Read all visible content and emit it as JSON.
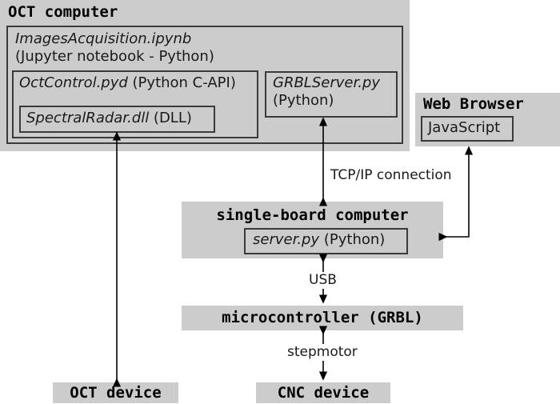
{
  "colors": {
    "box_fill": "#cccccc",
    "box_border": "#3a3a3a",
    "page_bg": "#ffffff",
    "text": "#1a1a1a",
    "arrow": "#000000"
  },
  "diagram": {
    "type": "system-architecture-block-diagram",
    "oct_computer": {
      "title": "OCT computer",
      "notebook": {
        "name": "ImagesAcquisition.ipynb",
        "subtitle": "(Jupyter notebook - Python)"
      },
      "oct_control": {
        "name": "OctControl.pyd",
        "suffix": " (Python C-API)"
      },
      "spectral_radar": {
        "name": "SpectralRadar.dll",
        "suffix": " (DLL)"
      },
      "grbl_server": {
        "name": "GRBLServer.py",
        "subtitle": "(Python)"
      }
    },
    "web_browser": {
      "title": "Web Browser",
      "javascript": "JavaScript"
    },
    "single_board_computer": {
      "title": "single-board computer",
      "server": {
        "name": "server.py",
        "suffix": " (Python)"
      }
    },
    "microcontroller": {
      "title": "microcontroller (GRBL)"
    },
    "oct_device": {
      "title": "OCT device"
    },
    "cnc_device": {
      "title": "CNC device"
    },
    "connections": [
      {
        "id": "tcpip",
        "label": "TCP/IP connection"
      },
      {
        "id": "usb",
        "label": "USB"
      },
      {
        "id": "stepmotor",
        "label": "stepmotor"
      }
    ]
  }
}
